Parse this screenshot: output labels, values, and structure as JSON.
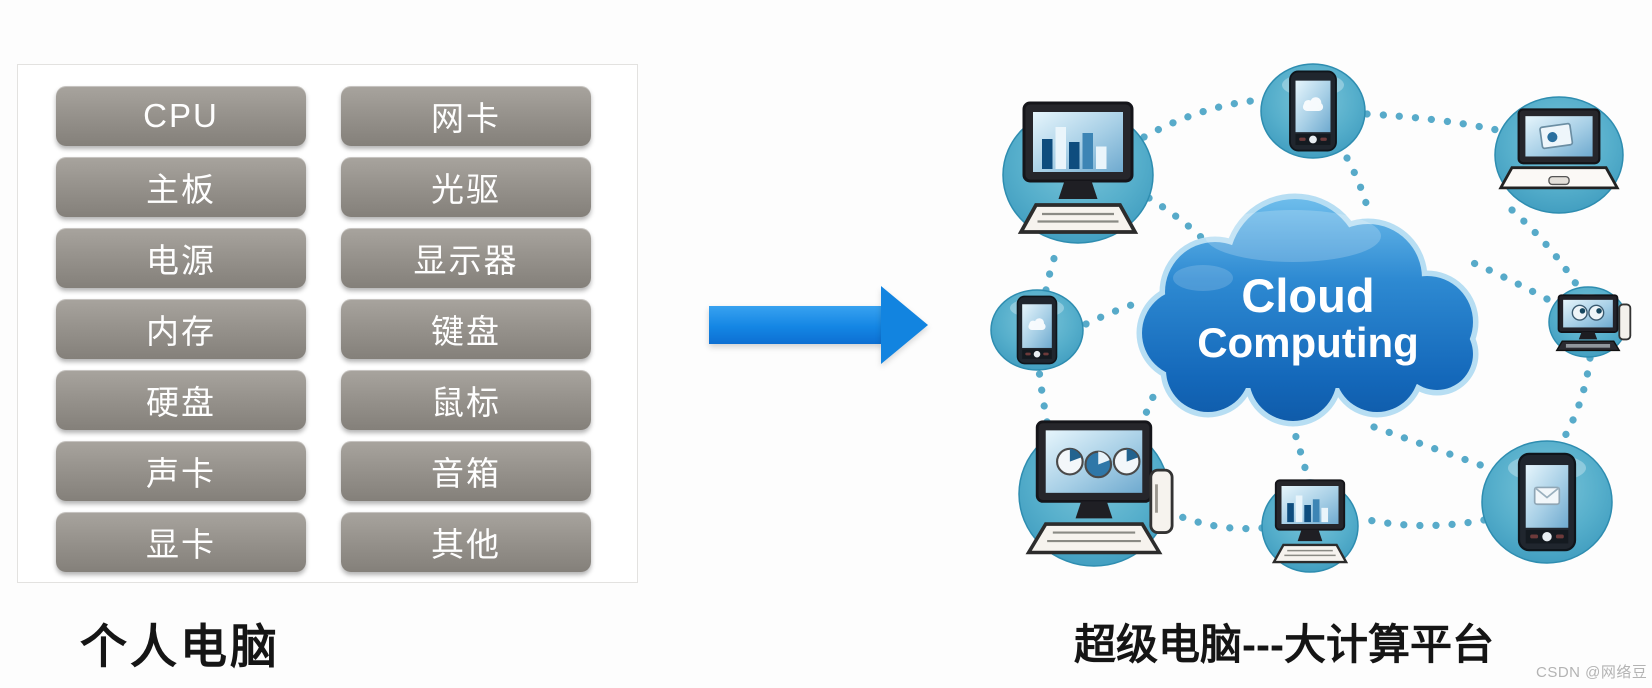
{
  "left_panel": {
    "caption": "个人电脑",
    "items": [
      "CPU",
      "主板",
      "电源",
      "内存",
      "硬盘",
      "声卡",
      "显卡",
      "网卡",
      "光驱",
      "显示器",
      "键盘",
      "鼠标",
      "音箱",
      "其他"
    ]
  },
  "right_panel": {
    "caption": "超级电脑---大计算平台",
    "cloud": {
      "line1": "Cloud",
      "line2": "Computing"
    },
    "nodes": [
      {
        "device": "desktop-with-bar-chart",
        "position": "top-left"
      },
      {
        "device": "smartphone-cloud",
        "position": "top-center"
      },
      {
        "device": "laptop-photo",
        "position": "top-right"
      },
      {
        "device": "smartphone-cloud",
        "position": "mid-left"
      },
      {
        "device": "desktop-widescreen",
        "position": "mid-right"
      },
      {
        "device": "desktop-with-pie-charts",
        "position": "bottom-left"
      },
      {
        "device": "desktop-with-bar-chart",
        "position": "bottom-center"
      },
      {
        "device": "smartphone-mail",
        "position": "bottom-right"
      }
    ],
    "topology": "ring of devices linked by dotted lines with spokes to central cloud"
  },
  "watermark": "CSDN @网络豆",
  "colors": {
    "button_gray": "#96928c",
    "button_text": "#fefefe",
    "panel_border": "#e3e2e0",
    "arrow_blue": "#1284e0",
    "node_teal": "#4fa9c8",
    "cloud_blue": "#1e77c8",
    "cloud_text": "#ffffff",
    "dotted_line": "#46a2c4",
    "caption_text": "#151515",
    "watermark_gray": "#b3b3b3"
  }
}
